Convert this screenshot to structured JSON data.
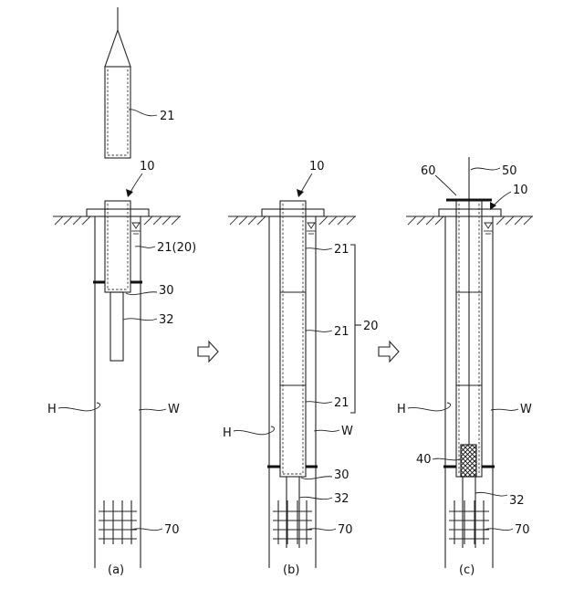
{
  "panels": {
    "a": {
      "caption": "(a)",
      "labels": {
        "segment": "21",
        "unit": "10",
        "segment_in_casing": "21(20)",
        "bottom_plate": "30",
        "rod": "32",
        "hole": "H",
        "water": "W",
        "cage": "70"
      }
    },
    "b": {
      "caption": "(b)",
      "labels": {
        "unit": "10",
        "seg_top": "21",
        "seg_mid": "21",
        "seg_bot": "21",
        "assembly": "20",
        "hole": "H",
        "water": "W",
        "bottom_plate": "30",
        "rod": "32",
        "cage": "70"
      }
    },
    "c": {
      "caption": "(c)",
      "labels": {
        "cap": "60",
        "pipe": "50",
        "unit": "10",
        "hole": "H",
        "water": "W",
        "plug": "40",
        "rod": "32",
        "cage": "70"
      }
    }
  },
  "icons": {
    "step_arrow_1": "hollow-right-arrow-icon",
    "step_arrow_2": "hollow-right-arrow-icon",
    "water_level": "water-level-triangle-icon"
  }
}
